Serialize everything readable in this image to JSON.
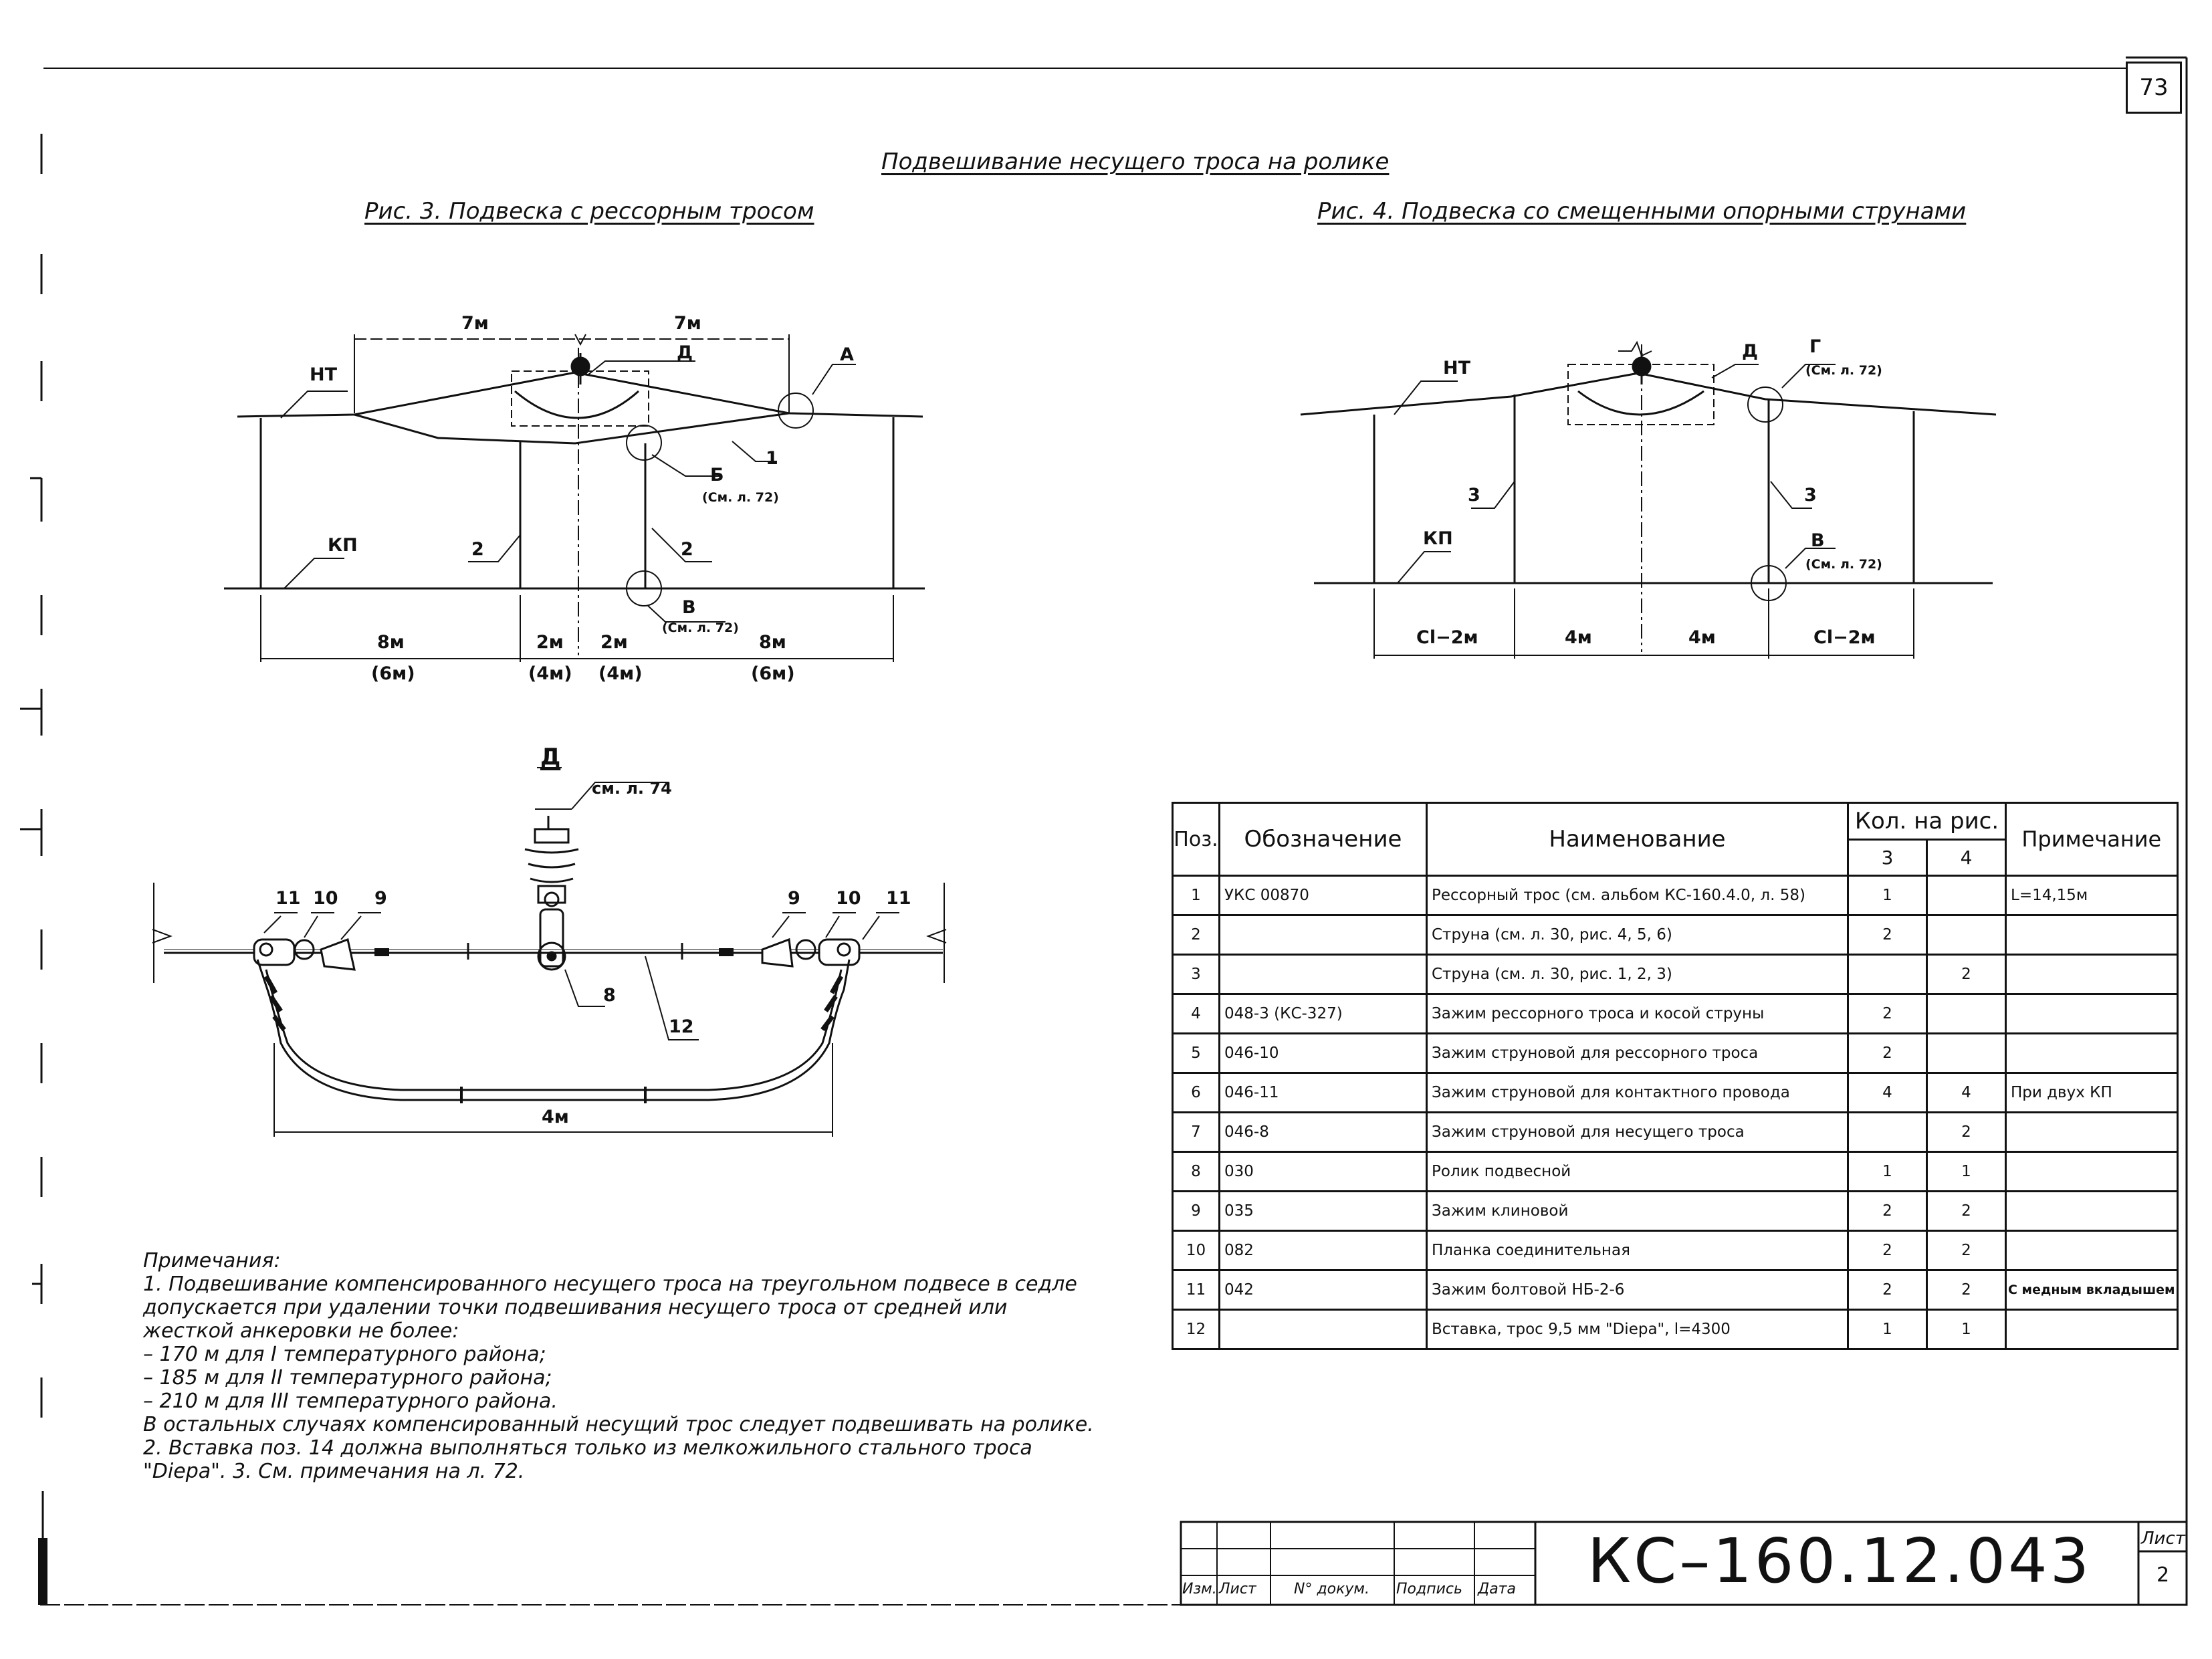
{
  "page_number": "73",
  "title": "Подвешивание несущего троса на ролике",
  "fig3": {
    "title": "Рис. 3. Подвеска с рессорным тросом",
    "labels": {
      "nt": "НТ",
      "kp": "КП",
      "d": "Д",
      "a": "А",
      "b": "Б",
      "b_ref": "(См. л. 72)",
      "v": "В",
      "v_ref": "(См. л. 72)",
      "one": "1",
      "two_left": "2",
      "two_right": "2"
    },
    "top_dims": [
      "7м",
      "7м"
    ],
    "bottom_dims": [
      "8м",
      "2м",
      "2м",
      "8м"
    ],
    "bottom_dims_alt": [
      "(6м)",
      "(4м)",
      "(4м)",
      "(6м)"
    ]
  },
  "fig4": {
    "title": "Рис. 4. Подвеска со смещенными опорными струнами",
    "labels": {
      "nt": "НТ",
      "kp": "КП",
      "d": "Д",
      "g": "Г",
      "g_ref": "(См. л. 72)",
      "v": "В",
      "v_ref": "(См. л. 72)",
      "three_left": "3",
      "three_right": "3"
    },
    "dims": [
      "Cl−2м",
      "4м",
      "4м",
      "Cl−2м"
    ]
  },
  "detail_d": {
    "title": "Д",
    "ref": "см. л. 74",
    "labels_left": [
      "11",
      "10",
      "9"
    ],
    "labels_right": [
      "9",
      "10",
      "11"
    ],
    "eight": "8",
    "twelve": "12",
    "dim": "4м"
  },
  "spec_table": {
    "headers": {
      "pos": "Поз.",
      "designation": "Обозначение",
      "name": "Наименование",
      "qty": "Кол. на рис.",
      "qty3": "3",
      "qty4": "4",
      "note": "Примечание"
    },
    "rows": [
      {
        "pos": "1",
        "designation": "УКС 00870",
        "name": "Рессорный трос (см. альбом КС-160.4.0, л. 58)",
        "q3": "1",
        "q4": "",
        "note": "L=14,15м"
      },
      {
        "pos": "2",
        "designation": "",
        "name": "Струна (см. л. 30, рис. 4, 5, 6)",
        "q3": "2",
        "q4": "",
        "note": ""
      },
      {
        "pos": "3",
        "designation": "",
        "name": "Струна (см. л. 30, рис. 1, 2, 3)",
        "q3": "",
        "q4": "2",
        "note": ""
      },
      {
        "pos": "4",
        "designation": "048-3 (КС-327)",
        "name": "Зажим рессорного троса и косой струны",
        "q3": "2",
        "q4": "",
        "note": ""
      },
      {
        "pos": "5",
        "designation": "046-10",
        "name": "Зажим струновой для рессорного троса",
        "q3": "2",
        "q4": "",
        "note": ""
      },
      {
        "pos": "6",
        "designation": "046-11",
        "name": "Зажим струновой для контактного провода",
        "q3": "4",
        "q4": "4",
        "note": "При двух КП"
      },
      {
        "pos": "7",
        "designation": "046-8",
        "name": "Зажим струновой для несущего троса",
        "q3": "",
        "q4": "2",
        "note": ""
      },
      {
        "pos": "8",
        "designation": "030",
        "name": "Ролик подвесной",
        "q3": "1",
        "q4": "1",
        "note": ""
      },
      {
        "pos": "9",
        "designation": "035",
        "name": "Зажим клиновой",
        "q3": "2",
        "q4": "2",
        "note": ""
      },
      {
        "pos": "10",
        "designation": "082",
        "name": "Планка соединительная",
        "q3": "2",
        "q4": "2",
        "note": ""
      },
      {
        "pos": "11",
        "designation": "042",
        "name": "Зажим болтовой НБ-2-6",
        "q3": "2",
        "q4": "2",
        "note": "С медным вкладышем"
      },
      {
        "pos": "12",
        "designation": "",
        "name": "Вставка, трос 9,5 мм \"Diepa\", l=4300",
        "q3": "1",
        "q4": "1",
        "note": ""
      }
    ]
  },
  "notes": [
    "Примечания:",
    "1. Подвешивание компенсированного несущего троса на треугольном подвесе в седле",
    "допускается при удалении точки подвешивания несущего троса от средней или",
    "жесткой анкеровки не более:",
    "– 170 м для I температурного района;",
    "– 185 м для II температурного района;",
    "– 210 м для III температурного района.",
    "В остальных случаях компенсированный несущий трос следует подвешивать на ролике.",
    "2. Вставка поз. 14 должна выполняться только из мелкожильного стального троса",
    "\"Diepa\". 3. См. примечания на л. 72."
  ],
  "title_block": {
    "document_number": "КС–160.12.043",
    "sheet_label": "Лист",
    "sheet_number": "2",
    "columns": [
      "Изм.",
      "Лист",
      "N° докум.",
      "Подпись",
      "Дата"
    ]
  }
}
